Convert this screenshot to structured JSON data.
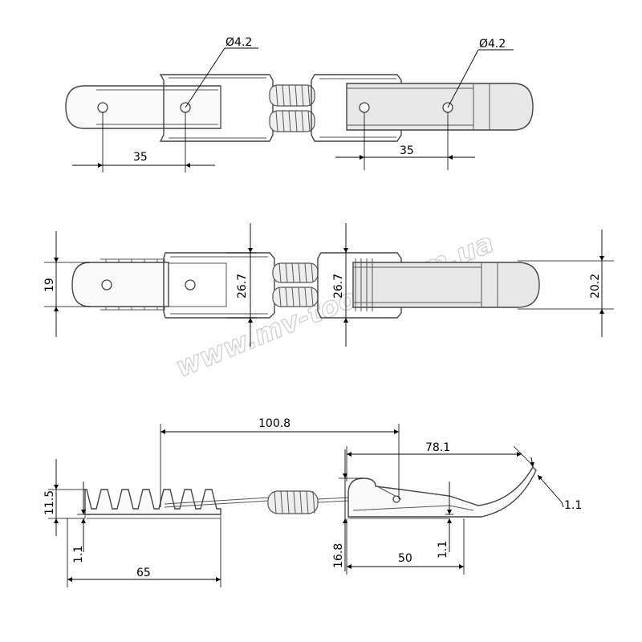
{
  "watermark": "www.mv-tools.com.ua",
  "top_view": {
    "hole_left": "Ø4.2",
    "hole_right": "Ø4.2",
    "pitch_left": "35",
    "pitch_right": "35"
  },
  "middle_view": {
    "width_left": "19",
    "frame_left": "26.7",
    "frame_right": "26.7",
    "width_right": "20.2"
  },
  "side_view": {
    "total": "100.8",
    "latch_length": "78.1",
    "height": "11.5",
    "plate_left": "1.1",
    "plate_mid": "1.1",
    "plate_right": "1.1",
    "latch_height": "16.8",
    "base_left": "65",
    "base_right": "50"
  }
}
